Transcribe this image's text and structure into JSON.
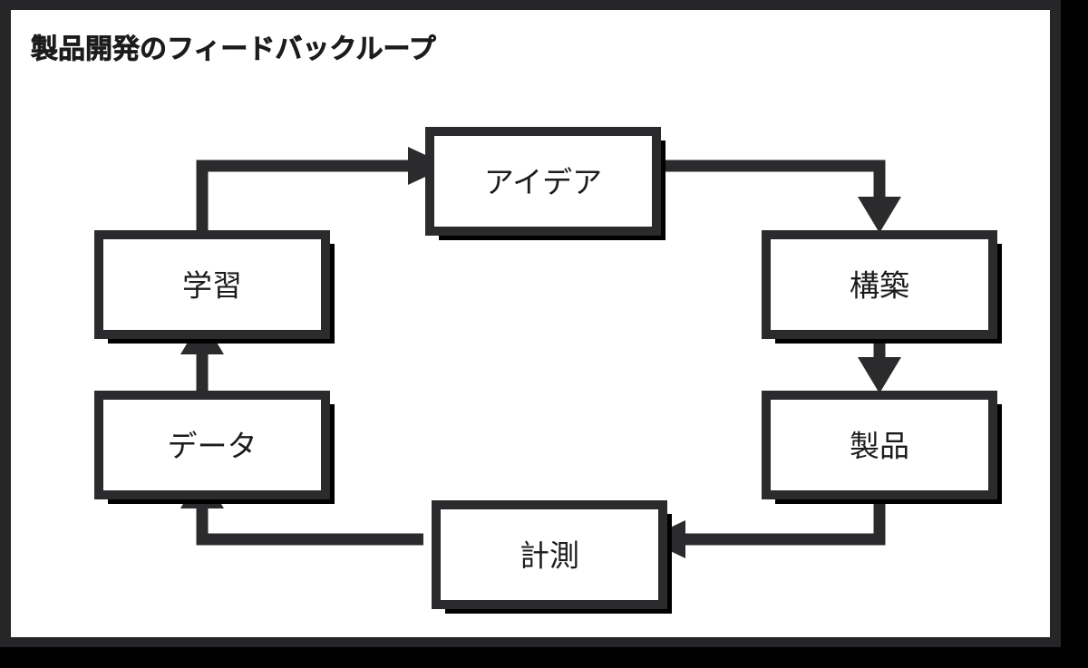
{
  "document": {
    "title": "製品開発のフィードバックループ",
    "background_color": "#ffffff",
    "frame_color": "#262628",
    "shadow_color": "#000000",
    "ink_color": "#1c1c1c"
  },
  "chart_data": {
    "type": "diagram",
    "diagram_kind": "cycle-flowchart",
    "title": "製品開発のフィードバックループ",
    "nodes": [
      {
        "id": "idea",
        "label": "アイデア",
        "position": "top-center"
      },
      {
        "id": "build",
        "label": "構築",
        "position": "right-upper"
      },
      {
        "id": "product",
        "label": "製品",
        "position": "right-lower"
      },
      {
        "id": "measure",
        "label": "計測",
        "position": "bottom-center"
      },
      {
        "id": "data",
        "label": "データ",
        "position": "left-lower"
      },
      {
        "id": "learn",
        "label": "学習",
        "position": "left-upper"
      }
    ],
    "edges": [
      {
        "from": "idea",
        "to": "build",
        "style": "elbow-right-down",
        "arrow": "down"
      },
      {
        "from": "build",
        "to": "product",
        "style": "straight-down",
        "arrow": "down"
      },
      {
        "from": "product",
        "to": "measure",
        "style": "elbow-down-left",
        "arrow": "left"
      },
      {
        "from": "measure",
        "to": "data",
        "style": "elbow-left-up",
        "arrow": "up"
      },
      {
        "from": "data",
        "to": "learn",
        "style": "straight-up",
        "arrow": "up"
      },
      {
        "from": "learn",
        "to": "idea",
        "style": "elbow-up-right",
        "arrow": "right"
      }
    ],
    "legend": [],
    "annotations": []
  },
  "nodes": {
    "idea": {
      "label": "アイデア"
    },
    "build": {
      "label": "構築"
    },
    "product": {
      "label": "製品"
    },
    "measure": {
      "label": "計測"
    },
    "data": {
      "label": "データ"
    },
    "learn": {
      "label": "学習"
    }
  }
}
